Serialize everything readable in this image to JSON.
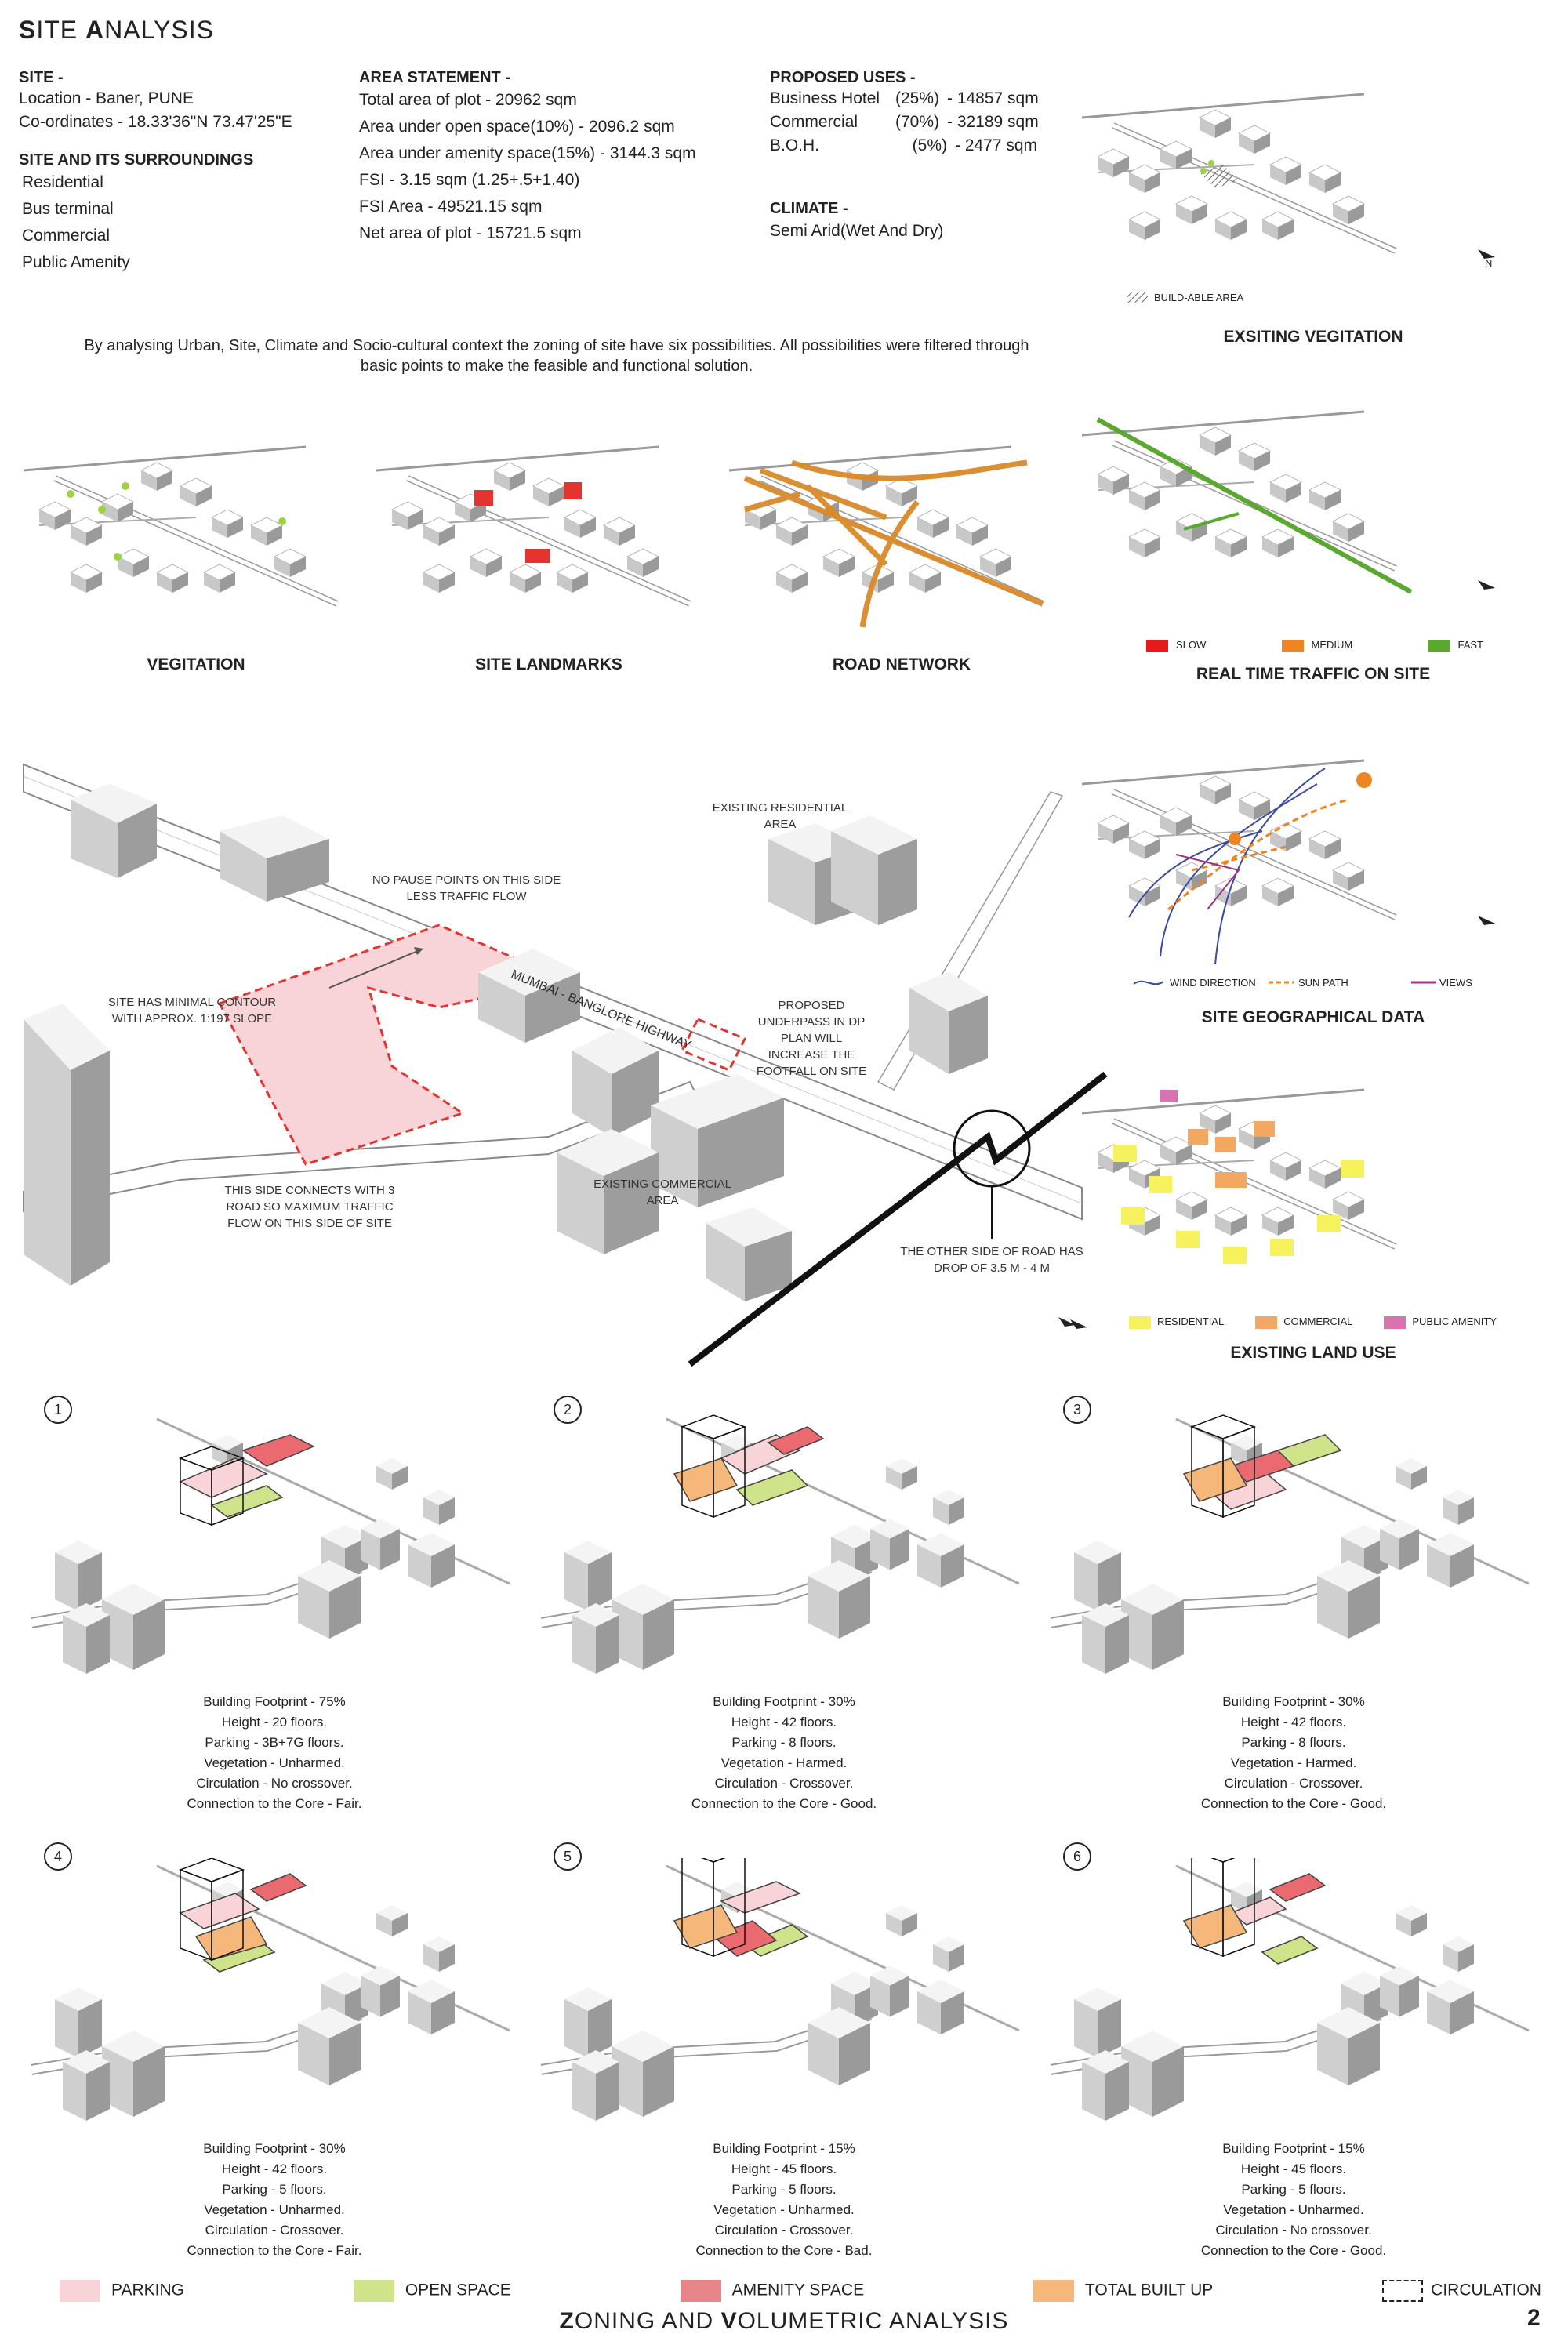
{
  "title": {
    "first_big": "S",
    "first_rest": "ITE",
    "second_big": "A",
    "second_rest": "NALYSIS"
  },
  "site": {
    "heading": "SITE -",
    "location": "Location - Baner, PUNE",
    "coordinates": "Co-ordinates - 18.33'36\"N 73.47'25\"E"
  },
  "surroundings": {
    "heading": "SITE AND ITS SURROUNDINGS",
    "items": [
      "Residential",
      "Bus terminal",
      "Commercial",
      "Public Amenity"
    ]
  },
  "area_statement": {
    "heading": "AREA STATEMENT -",
    "items": [
      "Total area of plot - 20962 sqm",
      "Area under open space(10%) - 2096.2 sqm",
      "Area under amenity space(15%) - 3144.3 sqm",
      "FSI - 3.15 sqm (1.25+.5+1.40)",
      "FSI Area - 49521.15 sqm",
      "Net area of plot - 15721.5 sqm"
    ]
  },
  "proposed_uses": {
    "heading": "PROPOSED USES -",
    "rows": [
      {
        "name": "Business Hotel",
        "pct": "(25%)",
        "value": "- 14857 sqm"
      },
      {
        "name": "Commercial",
        "pct": "(70%)",
        "value": "- 32189 sqm"
      },
      {
        "name": "B.O.H.",
        "pct": "(5%)",
        "value": "- 2477 sqm"
      }
    ]
  },
  "climate": {
    "heading": "CLIMATE -",
    "value": "Semi Arid(Wet And Dry)"
  },
  "intro": "By analysing Urban, Site, Climate and Socio-cultural context the zoning of site have six possibilities. All possibilities were filtered through basic points to make the feasible and functional solution.",
  "maps": {
    "vegetation": "VEGITATION",
    "landmarks": "SITE LANDMARKS",
    "road_network": "ROAD NETWORK",
    "existing_veg": "EXSITING VEGITATION",
    "buildable": "BUILD-ABLE AREA",
    "traffic": "REAL TIME TRAFFIC ON SITE",
    "traffic_legend": [
      {
        "label": "SLOW",
        "color": "#e8181c"
      },
      {
        "label": "MEDIUM",
        "color": "#ee8522"
      },
      {
        "label": "FAST",
        "color": "#5aa82f"
      }
    ],
    "geo": "SITE GEOGRAPHICAL DATA",
    "geo_legend": [
      "WIND DIRECTION",
      "SUN PATH",
      "VIEWS"
    ],
    "landuse": "EXISTING LAND USE",
    "landuse_legend": [
      {
        "label": "RESIDENTIAL",
        "color": "#f5f25e"
      },
      {
        "label": "COMMERCIAL",
        "color": "#f2a860"
      },
      {
        "label": "PUBLIC AMENITY",
        "color": "#d873b0"
      }
    ],
    "north": "N"
  },
  "big_site": {
    "existing_residential": "EXISTING RESIDENTIAL AREA",
    "no_pause": "NO PAUSE POINTS ON THIS SIDE LESS TRAFFIC FLOW",
    "highway": "MUMBAI - BANGLORE HIGHWAY",
    "contour": "SITE HAS MINIMAL CONTOUR WITH APPROX. 1:197 SLOPE",
    "underpass": "PROPOSED UNDERPASS IN DP PLAN WILL INCREASE THE FOOTFALL ON SITE",
    "three_road": "THIS SIDE CONNECTS WITH 3 ROAD SO MAXIMUM TRAFFIC FLOW ON THIS SIDE OF SITE",
    "existing_commercial": "EXISTING COMMERCIAL AREA",
    "other_side": "THE OTHER SIDE OF ROAD HAS DROP OF 3.5 M - 4 M"
  },
  "options": [
    {
      "num": "1",
      "lines": [
        "Building Footprint - 75%",
        "Height - 20 floors.",
        "Parking - 3B+7G floors.",
        "Vegetation - Unharmed.",
        "Circulation - No crossover.",
        "Connection to the Core - Fair."
      ]
    },
    {
      "num": "2",
      "lines": [
        "Building Footprint - 30%",
        "Height - 42 floors.",
        "Parking - 8 floors.",
        "Vegetation - Harmed.",
        "Circulation - Crossover.",
        "Connection to the Core - Good."
      ]
    },
    {
      "num": "3",
      "lines": [
        "Building Footprint - 30%",
        "Height - 42 floors.",
        "Parking - 8 floors.",
        "Vegetation - Harmed.",
        "Circulation - Crossover.",
        "Connection to the Core - Good."
      ]
    },
    {
      "num": "4",
      "lines": [
        "Building Footprint - 30%",
        "Height - 42 floors.",
        "Parking - 5 floors.",
        "Vegetation - Unharmed.",
        "Circulation - Crossover.",
        "Connection to the Core - Fair."
      ]
    },
    {
      "num": "5",
      "lines": [
        "Building Footprint - 15%",
        "Height - 45 floors.",
        "Parking - 5 floors.",
        "Vegetation - Unharmed.",
        "Circulation - Crossover.",
        "Connection to the Core - Bad."
      ]
    },
    {
      "num": "6",
      "lines": [
        "Building Footprint - 15%",
        "Height - 45 floors.",
        "Parking - 5 floors.",
        "Vegetation - Unharmed.",
        "Circulation - No crossover.",
        "Connection to the Core - Good."
      ]
    }
  ],
  "legend": [
    {
      "label": "PARKING",
      "color": "#f8d3d8"
    },
    {
      "label": "OPEN SPACE",
      "color": "#cfe38a"
    },
    {
      "label": "AMENITY SPACE",
      "color": "#e8858a"
    },
    {
      "label": "TOTAL BUILT UP",
      "color": "#f5b87a"
    },
    {
      "label": "CIRCULATION",
      "color": "#ffffff"
    }
  ],
  "footer": {
    "first_big": "Z",
    "first_rest": "ONING AND",
    "second_big": "V",
    "second_rest": "OLUMETRIC ANALYSIS",
    "page": "2"
  }
}
